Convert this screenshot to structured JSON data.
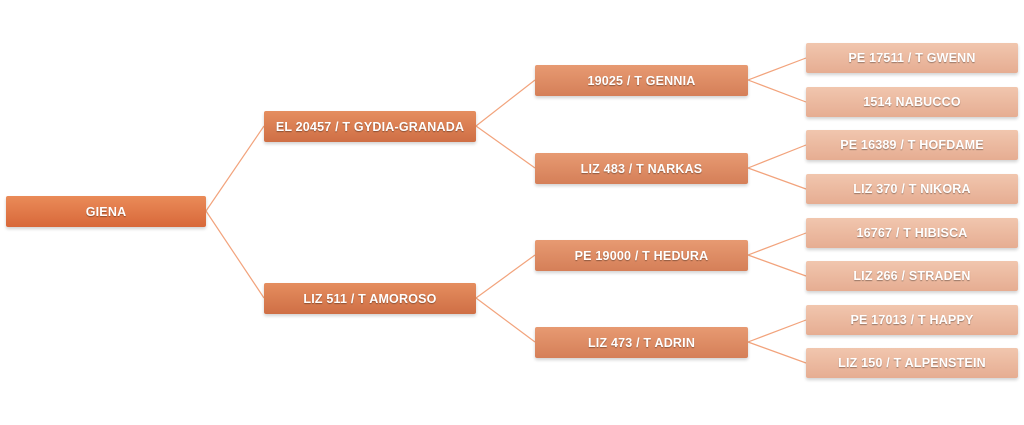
{
  "colors": {
    "connector": "#f2a37c",
    "root": "#e07543",
    "parents": "#d97a4d",
    "grandparents": "#dd8a63",
    "great_grandparents": "#ecbba0"
  },
  "pedigree": {
    "subject": "GIENA",
    "sire": "EL 20457 / T GYDIA-GRANADA",
    "dam": "LIZ 511 / T AMOROSO",
    "sire_sire": "19025 / T GENNIA",
    "sire_dam": "LIZ 483 / T NARKAS",
    "dam_sire": "PE 19000 / T HEDURA",
    "dam_dam": "LIZ 473 / T ADRIN",
    "ggp": [
      "PE 17511 / T GWENN",
      "1514 NABUCCO",
      "PE 16389 / T HOFDAME",
      "LIZ 370 / T NIKORA",
      "16767 / T HIBISCA",
      "LIZ 266 / STRADEN",
      "PE 17013 / T HAPPY",
      "LIZ 150 / T ALPENSTEIN"
    ]
  }
}
